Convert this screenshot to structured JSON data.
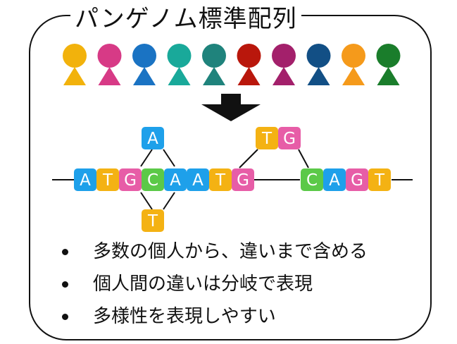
{
  "title": "パンゲノム標準配列",
  "people": {
    "colors": [
      "#f2b20c",
      "#d73a86",
      "#1a73c3",
      "#19a99a",
      "#1f837c",
      "#b9170c",
      "#a3206b",
      "#124f85",
      "#f59a1b",
      "#1a7d2b"
    ]
  },
  "bases": {
    "colors": {
      "A": "#1ea0ea",
      "T": "#f4b213",
      "G": "#e75da7",
      "C": "#5bc948"
    },
    "main_left": [
      "A",
      "T",
      "G",
      "C",
      "A",
      "A",
      "T",
      "G"
    ],
    "main_right": [
      "C",
      "A",
      "G",
      "T"
    ],
    "upper_branch": [
      "A"
    ],
    "lower_branch": [
      "T"
    ],
    "insertion": [
      "T",
      "G"
    ]
  },
  "bullets": [
    "多数の個人から、違いまで含める",
    "個人間の違いは分岐で表現",
    "多様性を表現しやすい"
  ]
}
